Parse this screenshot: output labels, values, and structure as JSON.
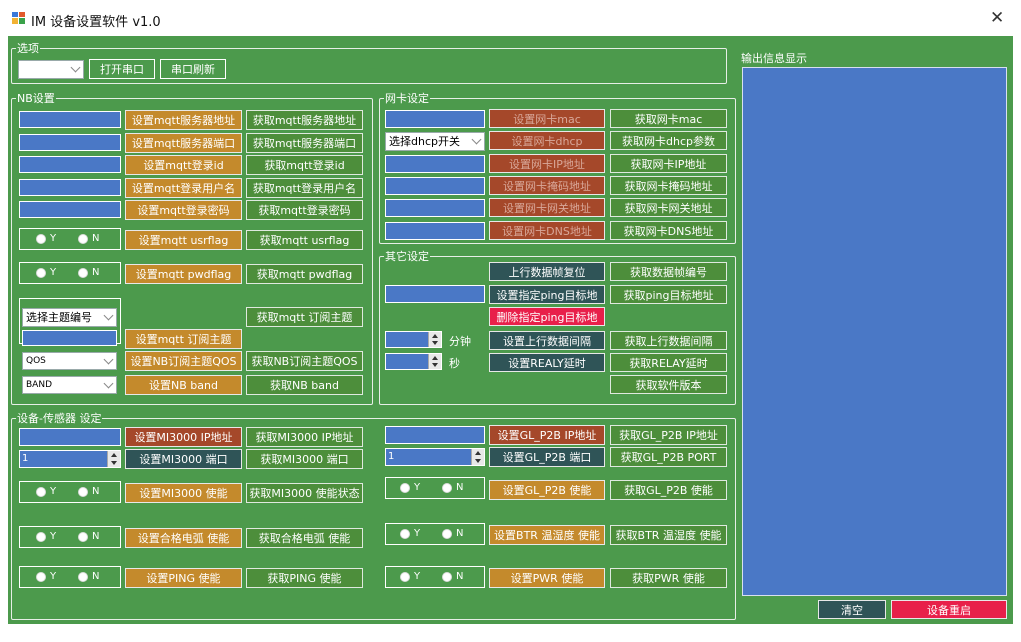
{
  "window": {
    "title": "IM 设备设置软件 v1.0",
    "close_glyph": "✕",
    "icon": "app-icon"
  },
  "options": {
    "legend": "选项",
    "port_select_value": "",
    "open_port": "打开串口",
    "refresh_port": "串口刷新"
  },
  "nb": {
    "legend": "NB设置",
    "rows": [
      {
        "set": "设置mqtt服务器地址",
        "get": "获取mqtt服务器地址"
      },
      {
        "set": "设置mqtt服务器端口",
        "get": "获取mqtt服务器端口"
      },
      {
        "set": "设置mqtt登录id",
        "get": "获取mqtt登录id"
      },
      {
        "set": "设置mqtt登录用户名",
        "get": "获取mqtt登录用户名"
      },
      {
        "set": "设置mqtt登录密码",
        "get": "获取mqtt登录密码"
      }
    ],
    "usrflag": {
      "y": "Y",
      "n": "N",
      "set": "设置mqtt usrflag",
      "get": "获取mqtt usrflag"
    },
    "pwdflag": {
      "y": "Y",
      "n": "N",
      "set": "设置mqtt pwdflag",
      "get": "获取mqtt pwdflag"
    },
    "topic_select": "选择主题编号",
    "topic_get": "获取mqtt 订阅主题",
    "topic_set": "设置mqtt 订阅主题",
    "qos_select": "QOS",
    "qos_set": "设置NB订阅主题QOS",
    "qos_get": "获取NB订阅主题QOS",
    "band_select": "BAND",
    "band_set": "设置NB band",
    "band_get": "获取NB band"
  },
  "nic": {
    "legend": "网卡设定",
    "dhcp_select": "选择dhcp开关",
    "rows": [
      {
        "set": "设置网卡mac",
        "get": "获取网卡mac"
      },
      {
        "set": "设置网卡dhcp",
        "get": "获取网卡dhcp参数"
      },
      {
        "set": "设置网卡IP地址",
        "get": "获取网卡IP地址"
      },
      {
        "set": "设置网卡掩码地址",
        "get": "获取网卡掩码地址"
      },
      {
        "set": "设置网卡网关地址",
        "get": "获取网卡网关地址"
      },
      {
        "set": "设置网卡DNS地址",
        "get": "获取网卡DNS地址"
      }
    ]
  },
  "other": {
    "legend": "其它设定",
    "upframe_reset": "上行数据帧复位",
    "get_frame_no": "获取数据帧编号",
    "set_ping": "设置指定ping目标地",
    "get_ping": "获取ping目标地址",
    "del_ping": "删除指定ping目标地",
    "minutes_unit": "分钟",
    "seconds_unit": "秒",
    "set_interval": "设置上行数据间隔",
    "get_interval": "获取上行数据间隔",
    "set_relay": "设置REALY延时",
    "get_relay": "获取RELAY延时",
    "get_version": "获取软件版本"
  },
  "sensor": {
    "legend": "设备-传感器 设定",
    "mi_set_ip": "设置MI3000 IP地址",
    "mi_get_ip": "获取MI3000 IP地址",
    "mi_port_value": "1",
    "mi_set_port": "设置MI3000 端口",
    "mi_get_port": "获取MI3000 端口",
    "mi_set_en": "设置MI3000 使能",
    "mi_get_en": "获取MI3000 使能状态",
    "arc_set": "设置合格电弧 使能",
    "arc_get": "获取合格电弧 使能",
    "ping_set": "设置PING 使能",
    "ping_get": "获取PING 使能",
    "gl_set_ip": "设置GL_P2B IP地址",
    "gl_get_ip": "获取GL_P2B IP地址",
    "gl_port_value": "1",
    "gl_set_port": "设置GL_P2B 端口",
    "gl_get_port": "获取GL_P2B PORT",
    "gl_set_en": "设置GL_P2B 使能",
    "gl_get_en": "获取GL_P2B 使能",
    "btr_set": "设置BTR 温湿度 使能",
    "btr_get": "获取BTR 温湿度 使能",
    "pwr_set": "设置PWR 使能",
    "pwr_get": "获取PWR 使能",
    "y": "Y",
    "n": "N"
  },
  "output": {
    "label": "输出信息显示",
    "clear": "清空",
    "reboot": "设备重启"
  }
}
